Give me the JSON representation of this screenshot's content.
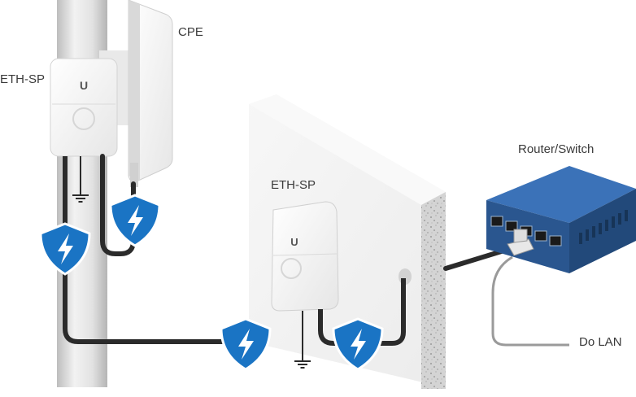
{
  "labels": {
    "cpe": "CPE",
    "eth_sp_left": "ETH-SP",
    "eth_sp_middle": "ETH-SP",
    "router_switch": "Router/Switch",
    "lan": "Do LAN"
  },
  "colors": {
    "shield": "#1a74c4",
    "router_body": "#2e5e9f",
    "cable": "#2b2b2b",
    "lan_cable": "#9a9a9a",
    "wall": "#f1f1f1",
    "pole": "#dcdcdc"
  },
  "icons": {
    "surge_protection": "shield-lightning-icon",
    "ground": "ground-icon",
    "brand": "ubiquiti-u-logo"
  }
}
